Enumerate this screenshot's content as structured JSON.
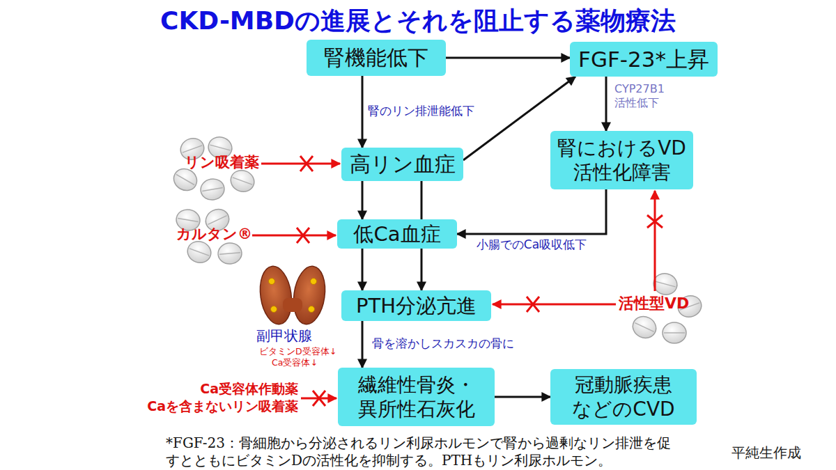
{
  "diagram": {
    "title": "CKD-MBDの進展とそれを阻止する薬物療法",
    "caption": "*FGF-23：骨細胞から分泌されるリン利尿ホルモンで腎から過剰なリン排泄を促 すとともにビタミンDの活性化を抑制する。PTHもリン利尿ホルモン。",
    "nodes": [
      {
        "text": [
          "腎機能低下"
        ]
      },
      {
        "text": [
          "FGF-23*上昇"
        ]
      },
      {
        "text": [
          "腎におけるVD 活性化障害"
        ]
      },
      {
        "text": [
          "高リン血症"
        ]
      },
      {
        "text": [
          "低Ca血症"
        ]
      },
      {
        "text": [
          "PTH分泌亢進"
        ]
      },
      {
        "text": [
          "繊維性骨炎・ 異所性石灰化"
        ]
      },
      {
        "text": [
          "冠動脈疾患 などのCVD"
        ]
      }
    ],
    "edges": [
      {
        "from": 0,
        "to": 1,
        "arrow": "to"
      },
      {
        "from": 0,
        "to": 3,
        "label": "腎のリン排泄能低下",
        "arrow": "to"
      },
      {
        "from": 3,
        "to": 1,
        "arrow": "to"
      },
      {
        "from": 1,
        "to": 2,
        "label": "CYP27B1 活性低下",
        "arrow": "to"
      },
      {
        "from": 3,
        "to": 4,
        "arrow": "to"
      },
      {
        "from": 3,
        "to": 5,
        "arrow": "to"
      },
      {
        "from": 2,
        "to": 4,
        "label": "小腸でのCa吸収低下",
        "arrow": "to"
      },
      {
        "from": 4,
        "to": 5,
        "arrow": "to"
      },
      {
        "from": 5,
        "to": 6,
        "label": "骨を溶かしスカスカの骨に",
        "arrow": "to"
      },
      {
        "from": 6,
        "to": 7,
        "arrow": "to"
      }
    ],
    "labels": [
      "リン吸着薬",
      "カルタン®",
      "副甲状腺",
      "ビタミンD受容体↓",
      "Ca受容体↓",
      "活性型VD",
      "Ca受容体作動薬",
      "Caを含まないリン吸着薬",
      "平純生作成"
    ]
  }
}
